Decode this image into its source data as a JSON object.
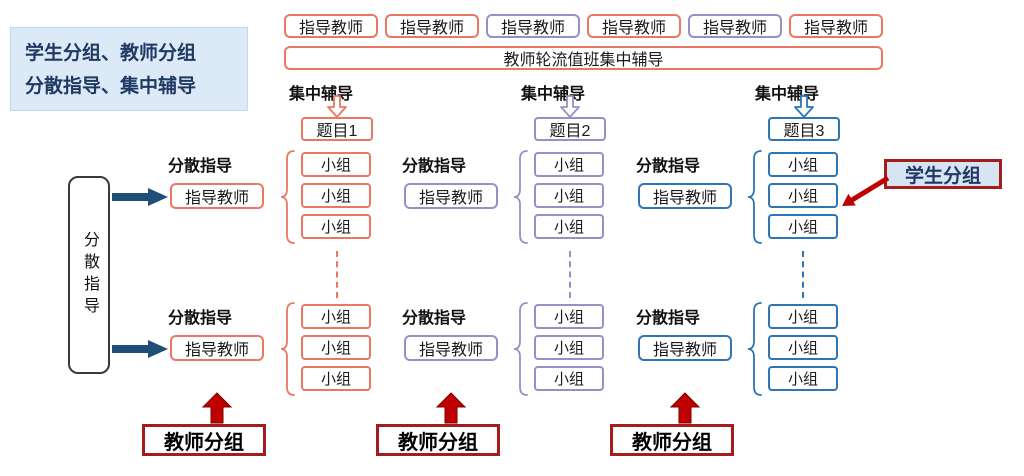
{
  "legend": {
    "line1": "学生分组、教师分组",
    "line2": "分散指导、集中辅导"
  },
  "top_row": {
    "teachers": [
      "指导教师",
      "指导教师",
      "指导教师",
      "指导教师",
      "指导教师",
      "指导教师"
    ],
    "duty_banner": "教师轮流值班集中辅导"
  },
  "columns": [
    {
      "centralized_label": "集中辅导",
      "topic": "题目1",
      "upper": {
        "dispersed_label": "分散指导",
        "teacher": "指导教师",
        "groups": [
          "小组",
          "小组",
          "小组"
        ]
      },
      "lower": {
        "dispersed_label": "分散指导",
        "teacher": "指导教师",
        "groups": [
          "小组",
          "小组",
          "小组"
        ]
      },
      "teacher_group_label": "教师分组"
    },
    {
      "centralized_label": "集中辅导",
      "topic": "题目2",
      "upper": {
        "dispersed_label": "分散指导",
        "teacher": "指导教师",
        "groups": [
          "小组",
          "小组",
          "小组"
        ]
      },
      "lower": {
        "dispersed_label": "分散指导",
        "teacher": "指导教师",
        "groups": [
          "小组",
          "小组",
          "小组"
        ]
      },
      "teacher_group_label": "教师分组"
    },
    {
      "centralized_label": "集中辅导",
      "topic": "题目3",
      "upper": {
        "dispersed_label": "分散指导",
        "teacher": "指导教师",
        "groups": [
          "小组",
          "小组",
          "小组"
        ]
      },
      "lower": {
        "dispersed_label": "分散指导",
        "teacher": "指导教师",
        "groups": [
          "小组",
          "小组",
          "小组"
        ]
      },
      "teacher_group_label": "教师分组"
    }
  ],
  "left_panel": {
    "vertical_label": "分散指导"
  },
  "callouts": {
    "student_group": "学生分组"
  },
  "colors": {
    "column1": "#E97762",
    "column2": "#9591C6",
    "column3": "#2E75B6",
    "legend_bg": "#DCE9F6",
    "navy_text": "#1F3864",
    "red_arrow": "#C00000",
    "dark_red_border": "#A61C1C",
    "blue_arrow": "#1F4E79"
  }
}
